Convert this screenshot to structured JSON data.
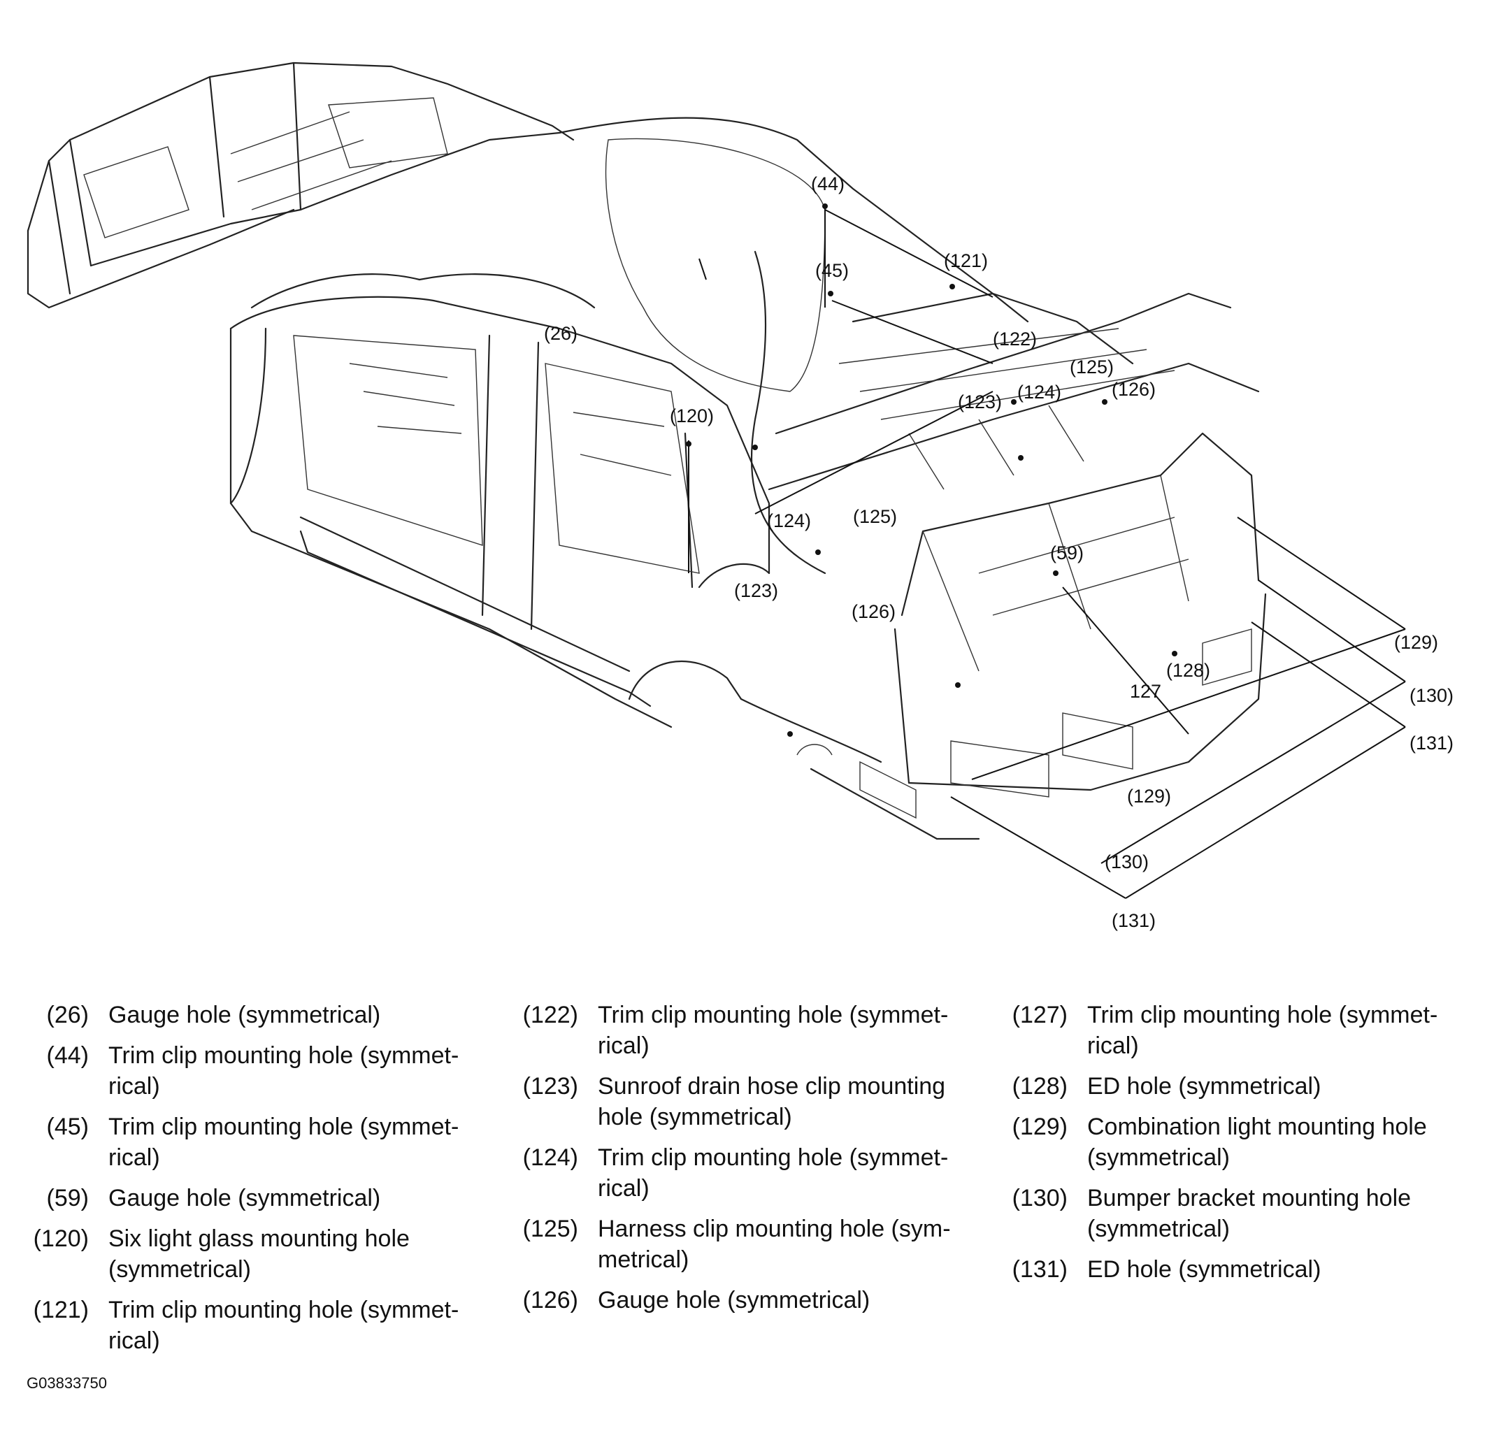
{
  "callouts": {
    "c26": "(26)",
    "c44": "(44)",
    "c45": "(45)",
    "c59": "(59)",
    "c120": "(120)",
    "c121": "(121)",
    "c122": "(122)",
    "c123a": "(123)",
    "c123b": "(123)",
    "c124a": "(124)",
    "c124b": "(124)",
    "c125a": "(125)",
    "c125b": "(125)",
    "c126a": "(126)",
    "c126b": "(126)",
    "c127": "127",
    "c128": "(128)",
    "c129a": "(129)",
    "c129b": "(129)",
    "c130a": "(130)",
    "c130b": "(130)",
    "c131a": "(131)",
    "c131b": "(131)"
  },
  "legend": {
    "col1": [
      {
        "num": "(26)",
        "text": "Gauge hole (symmetrical)"
      },
      {
        "num": "(44)",
        "text": "Trim clip mounting hole (symmet- rical)"
      },
      {
        "num": "(45)",
        "text": "Trim clip mounting hole (symmet- rical)"
      },
      {
        "num": "(59)",
        "text": "Gauge hole (symmetrical)"
      },
      {
        "num": "(120)",
        "text": "Six light glass mounting hole (symmetrical)"
      },
      {
        "num": "(121)",
        "text": "Trim clip mounting hole (symmet- rical)"
      }
    ],
    "col2": [
      {
        "num": "(122)",
        "text": "Trim clip mounting hole (symmet- rical)"
      },
      {
        "num": "(123)",
        "text": "Sunroof drain hose clip mounting hole (symmetrical)"
      },
      {
        "num": "(124)",
        "text": "Trim clip mounting hole (symmet- rical)"
      },
      {
        "num": "(125)",
        "text": "Harness clip mounting hole (sym- metrical)"
      },
      {
        "num": "(126)",
        "text": "Gauge hole (symmetrical)"
      }
    ],
    "col3": [
      {
        "num": "(127)",
        "text": "Trim clip mounting hole (symmet- rical)"
      },
      {
        "num": "(128)",
        "text": "ED hole (symmetrical)"
      },
      {
        "num": "(129)",
        "text": "Combination light mounting hole (symmetrical)"
      },
      {
        "num": "(130)",
        "text": "Bumper bracket mounting hole (symmetrical)"
      },
      {
        "num": "(131)",
        "text": "ED hole (symmetrical)"
      }
    ]
  },
  "figure_id": "G03833750"
}
